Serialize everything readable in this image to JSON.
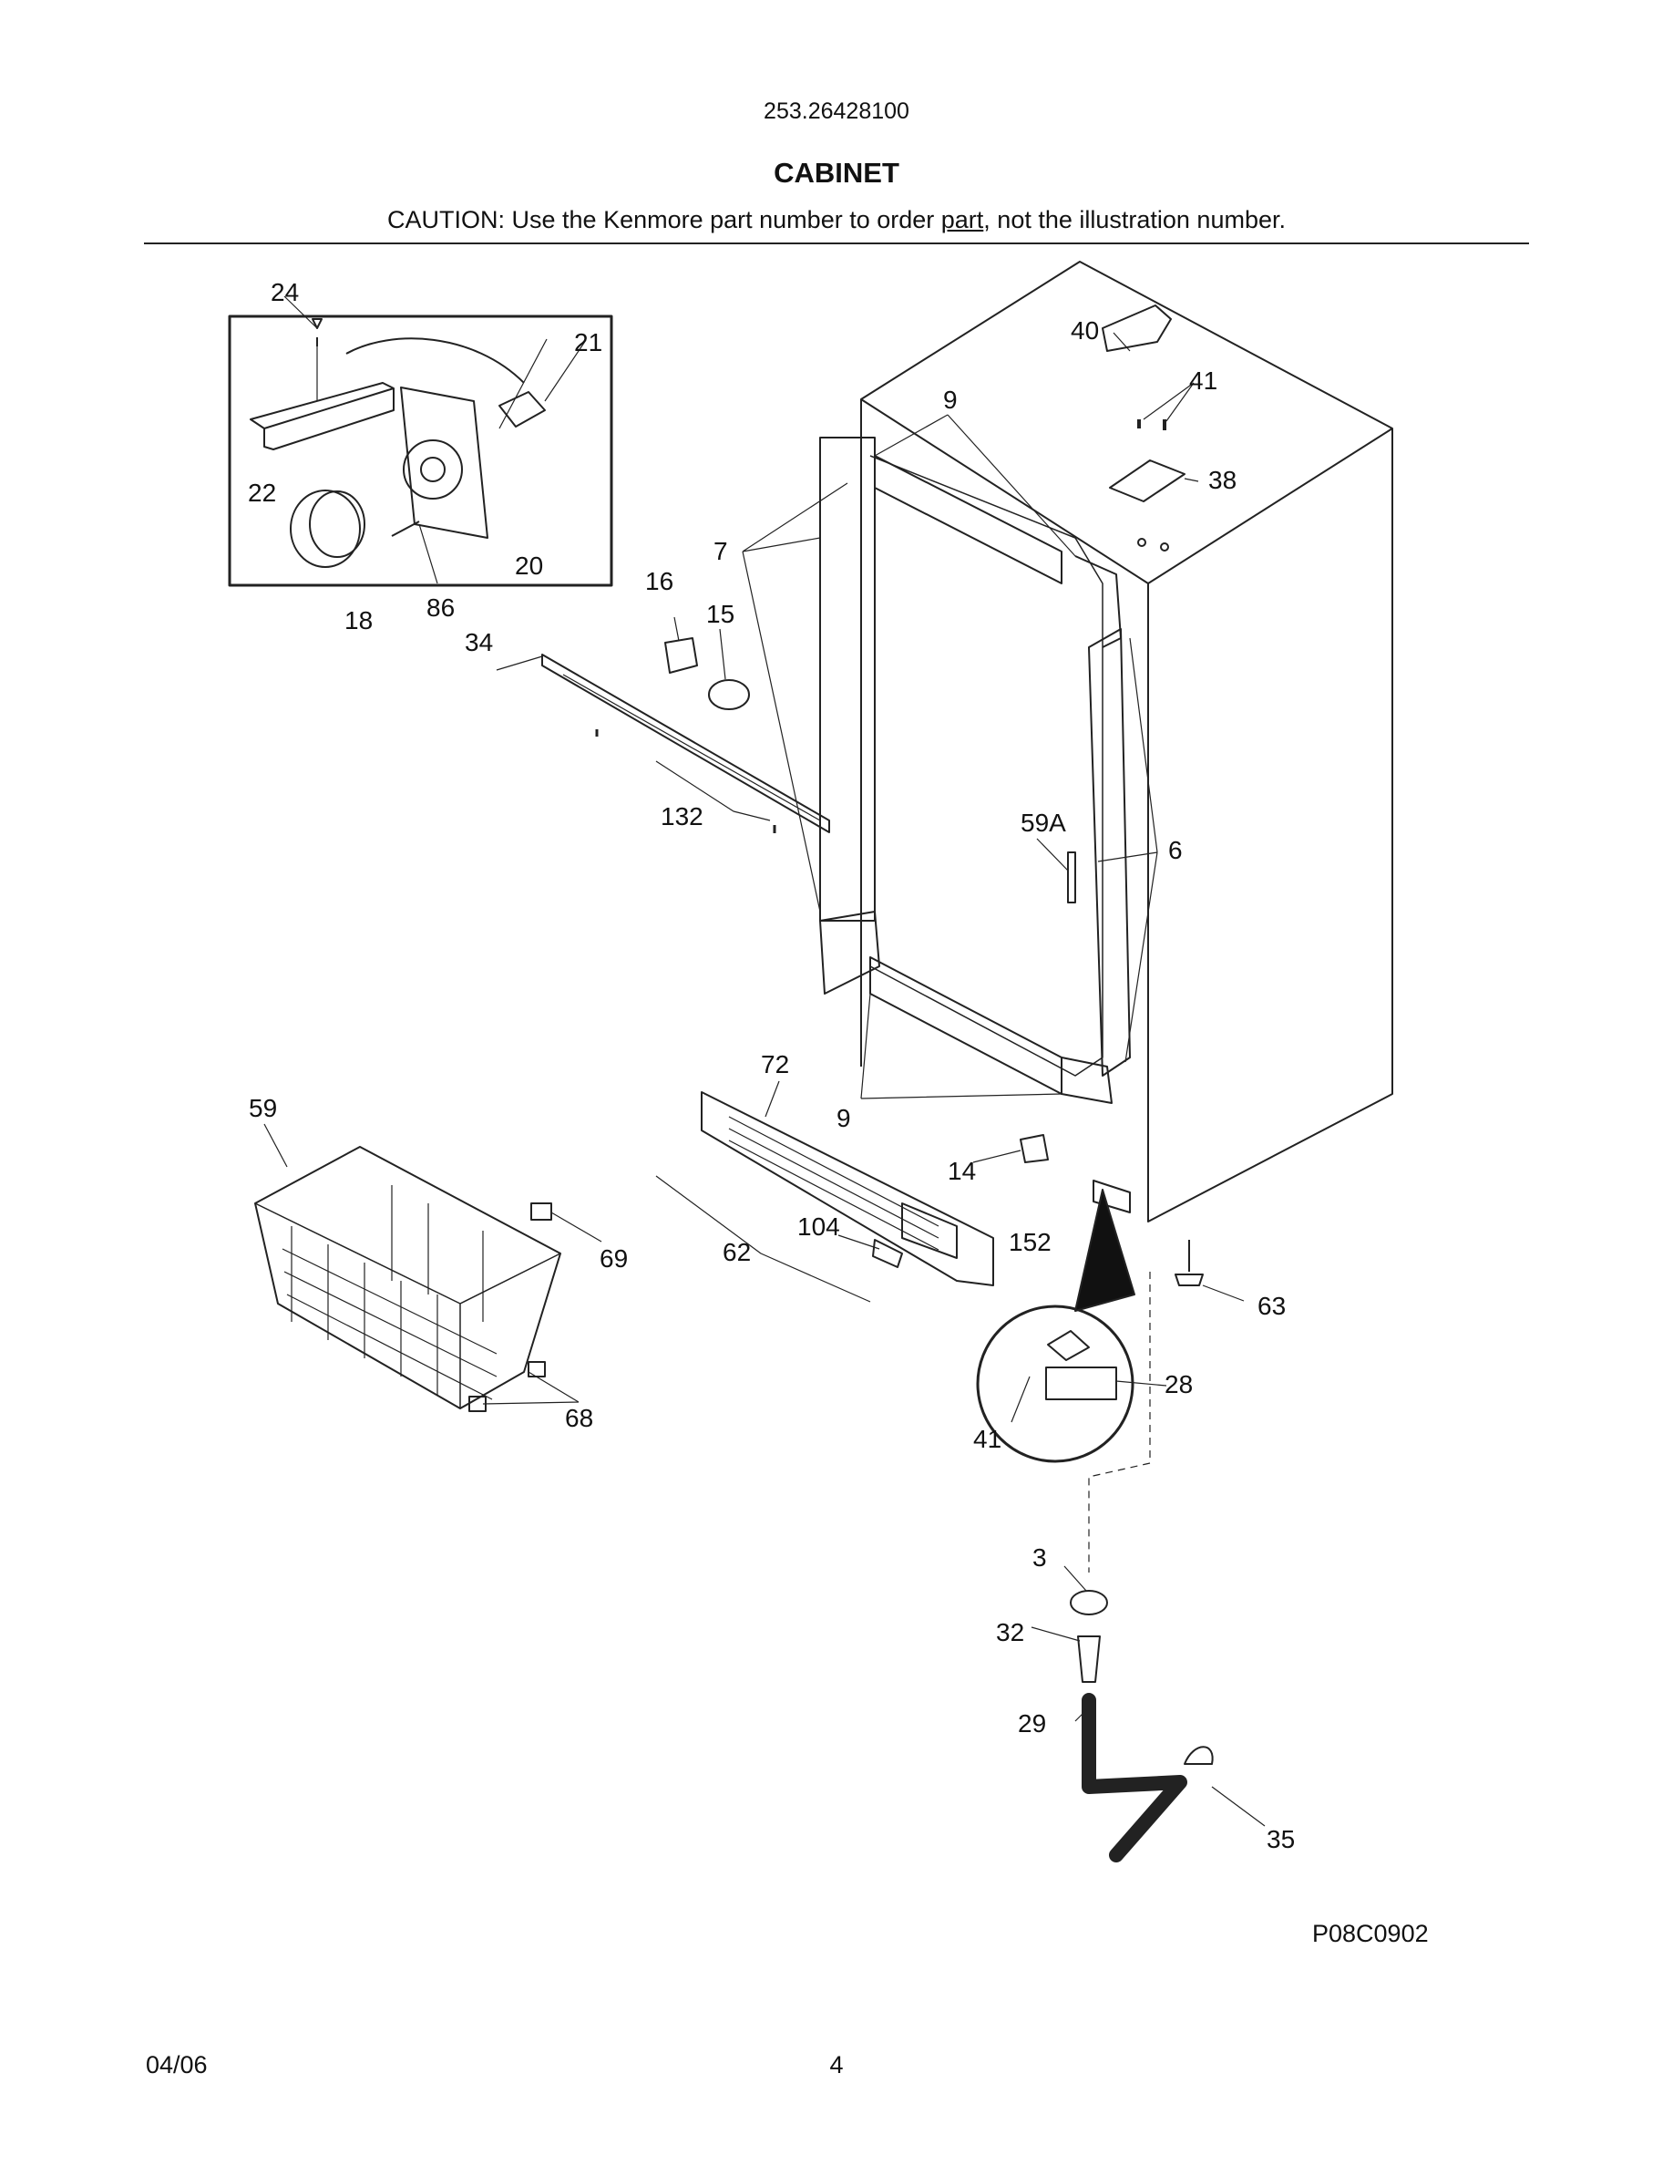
{
  "header": {
    "model_number": "253.26428100",
    "section_title": "CABINET",
    "caution_prefix": "CAUTION: Use the Kenmore part number to order ",
    "caution_underlined": "part",
    "caution_suffix": ", not the illustration number."
  },
  "diagram": {
    "figure_code": "P08C0902",
    "callouts": {
      "c24": "24",
      "c21": "21",
      "c22": "22",
      "c20": "20",
      "c18": "18",
      "c86": "86",
      "c16": "16",
      "c15": "15",
      "c34": "34",
      "c132": "132",
      "c7": "7",
      "c9_top": "9",
      "c40": "40",
      "c41_top": "41",
      "c38": "38",
      "c59a": "59A",
      "c6": "6",
      "c72": "72",
      "c9_bottom": "9",
      "c59": "59",
      "c14": "14",
      "c104": "104",
      "c62": "62",
      "c69": "69",
      "c68": "68",
      "c152": "152",
      "c28": "28",
      "c41_bottom": "41",
      "c63": "63",
      "c3": "3",
      "c32": "32",
      "c29": "29",
      "c35": "35"
    }
  },
  "footer": {
    "date": "04/06",
    "page_number": "4"
  }
}
